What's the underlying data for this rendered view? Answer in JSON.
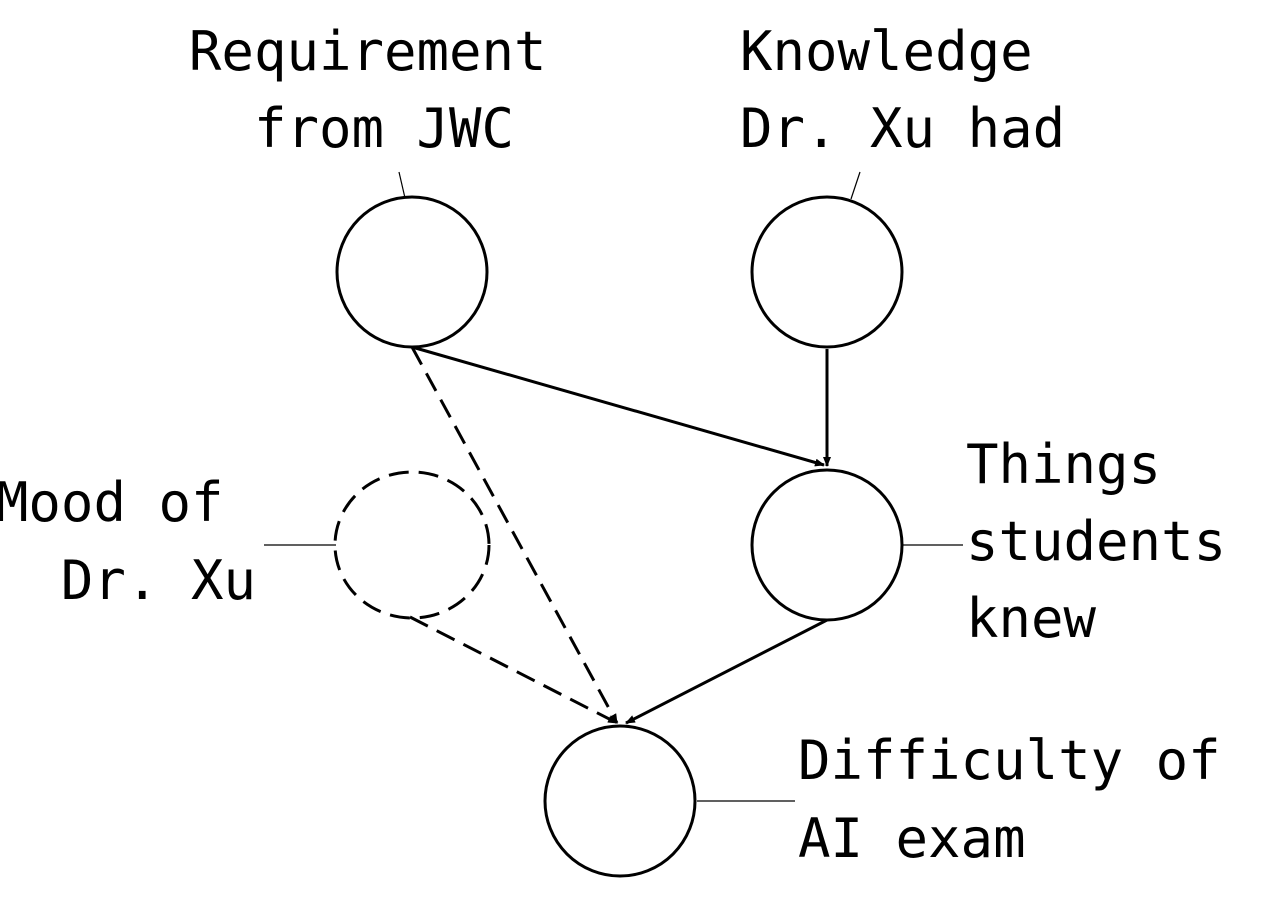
{
  "nodes": {
    "requirement": {
      "lines": [
        "Requirement",
        "from JWC"
      ]
    },
    "knowledge": {
      "lines": [
        "Knowledge",
        "Dr. Xu had"
      ]
    },
    "mood": {
      "lines": [
        "Mood of",
        "Dr. Xu"
      ]
    },
    "things": {
      "lines": [
        "Things",
        "students",
        "knew"
      ]
    },
    "difficulty": {
      "lines": [
        "Difficulty of",
        "AI exam"
      ]
    }
  },
  "colors": {
    "stroke": "#000000",
    "background": "#ffffff"
  }
}
